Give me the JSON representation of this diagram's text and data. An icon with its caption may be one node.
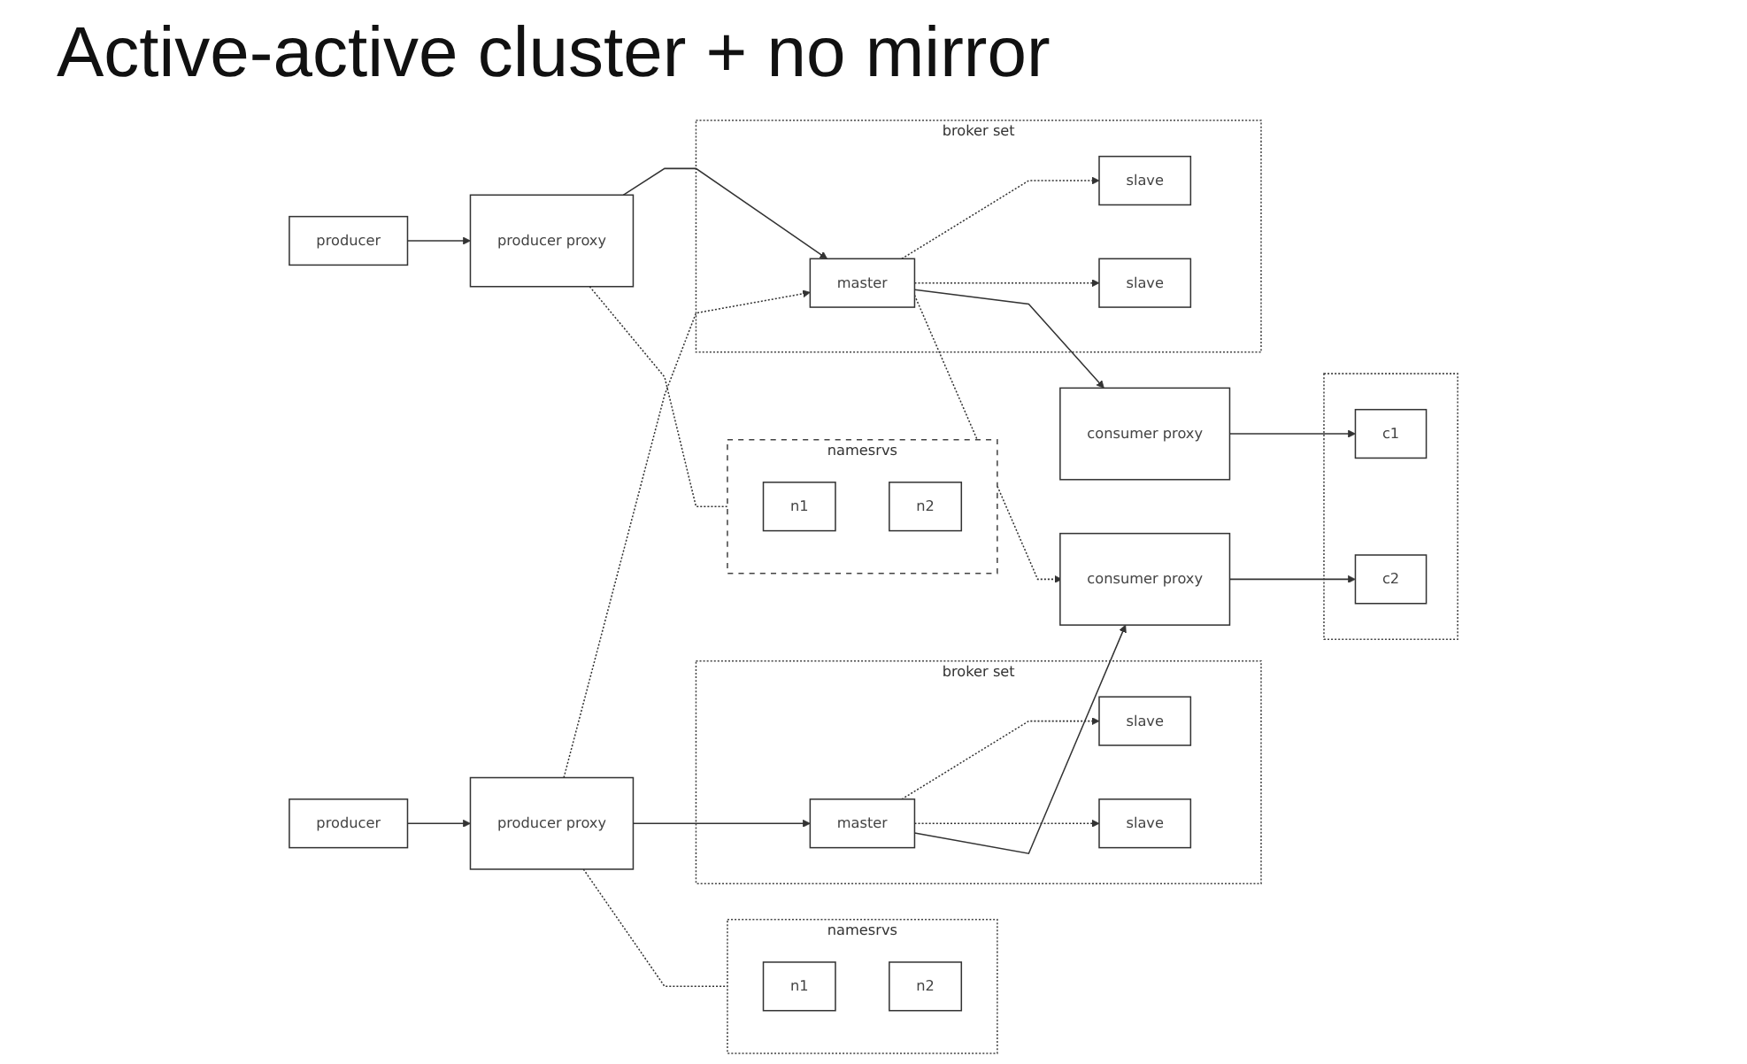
{
  "diagram": {
    "title": "Active-active cluster + no mirror",
    "nodes": [
      {
        "text": [
          "producer"
        ]
      },
      {
        "text": [
          "producer proxy"
        ]
      },
      {
        "text": [
          "namesrvs"
        ]
      },
      {
        "text": [
          "n1"
        ],
        "in": 2
      },
      {
        "text": [
          "n2"
        ],
        "in": 2
      },
      {
        "text": [
          "broker set"
        ]
      },
      {
        "text": [
          "slave"
        ],
        "in": 5
      },
      {
        "text": [
          "master"
        ],
        "in": 5
      },
      {
        "text": [
          "slave"
        ],
        "in": 5
      },
      {
        "text": [
          "consumer proxy"
        ]
      },
      {
        "text": [],
        "shape": "box"
      },
      {
        "text": [
          "c1"
        ],
        "in": 10
      },
      {
        "text": [
          "c2"
        ],
        "in": 10
      },
      {
        "text": [
          "producer"
        ]
      },
      {
        "text": [
          "producer proxy"
        ]
      },
      {
        "text": [
          "broker set"
        ]
      },
      {
        "text": [
          "slave"
        ],
        "in": 15
      },
      {
        "text": [
          "master"
        ],
        "in": 15
      },
      {
        "text": [
          "slave"
        ],
        "in": 15
      },
      {
        "text": [
          "consumer proxy"
        ]
      },
      {
        "text": [
          "namesrvs"
        ]
      },
      {
        "text": [
          "n1"
        ],
        "in": 20
      },
      {
        "text": [
          "n2"
        ],
        "in": 20
      }
    ],
    "edges": [
      {
        "from": 0,
        "to": 1,
        "arrow": "to"
      },
      {
        "from": 1,
        "to": 2,
        "arrow": "none",
        "style": "dashed"
      },
      {
        "from": 1,
        "to": 7,
        "arrow": "to"
      },
      {
        "from": 7,
        "to": 6,
        "arrow": "to",
        "style": "dashed"
      },
      {
        "from": 7,
        "to": 8,
        "arrow": "to",
        "style": "dashed"
      },
      {
        "from": 7,
        "to": 9,
        "arrow": "to"
      },
      {
        "from": 7,
        "to": 19,
        "arrow": "to",
        "style": "dashed"
      },
      {
        "from": 9,
        "to": 11,
        "arrow": "to"
      },
      {
        "from": 13,
        "to": 14,
        "arrow": "to"
      },
      {
        "from": 14,
        "to": 7,
        "arrow": "to",
        "style": "dashed"
      },
      {
        "from": 14,
        "to": 17,
        "arrow": "to"
      },
      {
        "from": 17,
        "to": 16,
        "arrow": "to",
        "style": "dashed"
      },
      {
        "from": 17,
        "to": 18,
        "arrow": "to",
        "style": "dashed"
      },
      {
        "from": 17,
        "to": 19,
        "arrow": "to"
      },
      {
        "from": 19,
        "to": 12,
        "arrow": "to"
      },
      {
        "from": 14,
        "to": 20,
        "arrow": "none",
        "style": "dashed"
      }
    ]
  }
}
